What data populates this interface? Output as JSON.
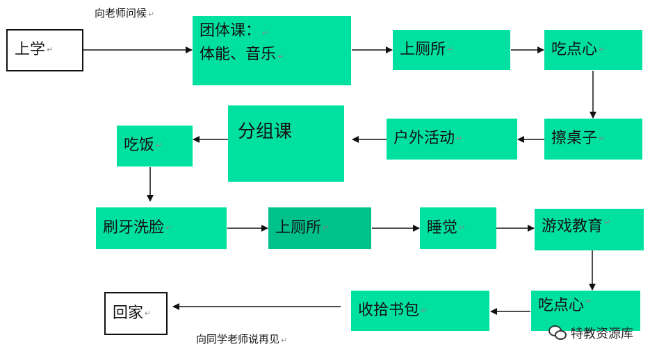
{
  "colors": {
    "node_fill": "#00e0a0",
    "node_fill_dark": "#00c08c",
    "arrow": "#111111",
    "text": "#111111"
  },
  "nodes": {
    "go_to_school": "上学",
    "group_class_line1": "团体课：",
    "group_class_line2": "体能、音乐",
    "toilet_1": "上厕所",
    "snack_1": "吃点心",
    "wipe_table": "擦桌子",
    "outdoor": "户外活动",
    "small_group": "分组课",
    "lunch": "吃饭",
    "brush_wash": "刷牙洗脸",
    "toilet_2": "上厕所",
    "sleep": "睡觉",
    "game_education": "游戏教育",
    "snack_2": "吃点心",
    "pack_bag": "收拾书包",
    "go_home": "回家"
  },
  "notes": {
    "greet_teacher": "向老师问候",
    "say_goodbye": "向同学老师说再见"
  },
  "watermark": {
    "text": "特教资源库",
    "icon": "wechat-icon"
  },
  "paragraph_mark": "↵"
}
